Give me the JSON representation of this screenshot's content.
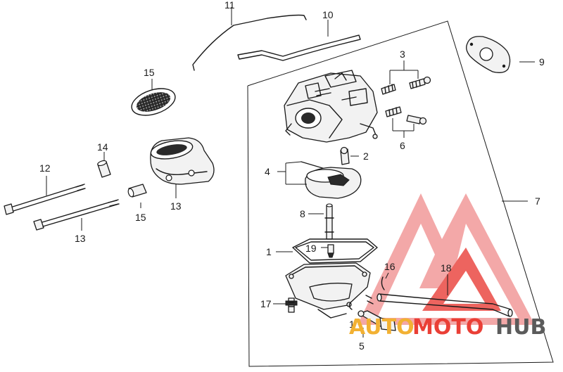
{
  "callouts": [
    {
      "id": "c1a",
      "text": "1"
    },
    {
      "id": "c1b",
      "text": "1"
    },
    {
      "id": "c2",
      "text": "2"
    },
    {
      "id": "c3",
      "text": "3"
    },
    {
      "id": "c4",
      "text": "4"
    },
    {
      "id": "c5",
      "text": "5"
    },
    {
      "id": "c6",
      "text": "6"
    },
    {
      "id": "c7",
      "text": "7"
    },
    {
      "id": "c8",
      "text": "8"
    },
    {
      "id": "c9",
      "text": "9"
    },
    {
      "id": "c10",
      "text": "10"
    },
    {
      "id": "c11",
      "text": "11"
    },
    {
      "id": "c12",
      "text": "12"
    },
    {
      "id": "c13a",
      "text": "13"
    },
    {
      "id": "c13b",
      "text": "13"
    },
    {
      "id": "c14",
      "text": "14"
    },
    {
      "id": "c15a",
      "text": "15"
    },
    {
      "id": "c15b",
      "text": "15"
    },
    {
      "id": "c16",
      "text": "16"
    },
    {
      "id": "c17",
      "text": "17"
    },
    {
      "id": "c18",
      "text": "18"
    },
    {
      "id": "c19",
      "text": "19"
    }
  ],
  "watermark": {
    "part1": "AUTO",
    "part2": "MOTO",
    "part3": "HUB",
    "colors": {
      "auto": "#f2b133",
      "moto": "#ea3f36",
      "hub": "#5b5b5b"
    }
  }
}
